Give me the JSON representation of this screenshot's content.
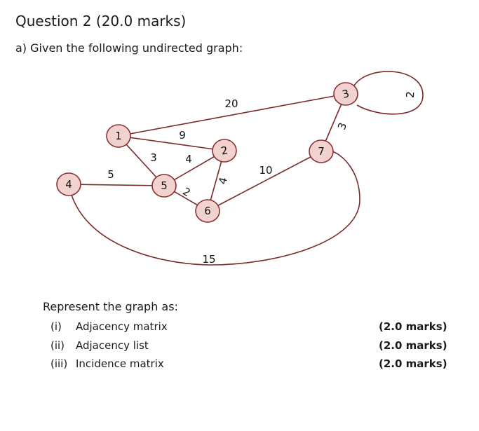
{
  "question_title": "Question 2 (20.0 marks)",
  "part_a": "a)  Given the following undirected graph:",
  "graph": {
    "nodes": [
      "1",
      "2",
      "3",
      "4",
      "5",
      "6",
      "7"
    ],
    "edges": [
      {
        "from": "1",
        "to": "3",
        "weight": "20"
      },
      {
        "from": "1",
        "to": "2",
        "weight": "9"
      },
      {
        "from": "1",
        "to": "5",
        "weight": "3"
      },
      {
        "from": "5",
        "to": "2",
        "weight": "4"
      },
      {
        "from": "4",
        "to": "5",
        "weight": "5"
      },
      {
        "from": "5",
        "to": "6",
        "weight": "2"
      },
      {
        "from": "2",
        "to": "6",
        "weight": "4"
      },
      {
        "from": "6",
        "to": "7",
        "weight": "10"
      },
      {
        "from": "7",
        "to": "3",
        "weight": "3"
      },
      {
        "from": "3",
        "to": "3",
        "weight": "2"
      },
      {
        "from": "4",
        "to": "7",
        "weight": "15"
      }
    ]
  },
  "represent_prompt": "Represent the graph as:",
  "items": [
    {
      "num": "(i)",
      "label": "Adjacency matrix",
      "marks": "(2.0 marks)"
    },
    {
      "num": "(ii)",
      "label": "Adjacency list",
      "marks": "(2.0 marks)"
    },
    {
      "num": "(iii)",
      "label": "Incidence matrix",
      "marks": "(2.0 marks)"
    }
  ]
}
